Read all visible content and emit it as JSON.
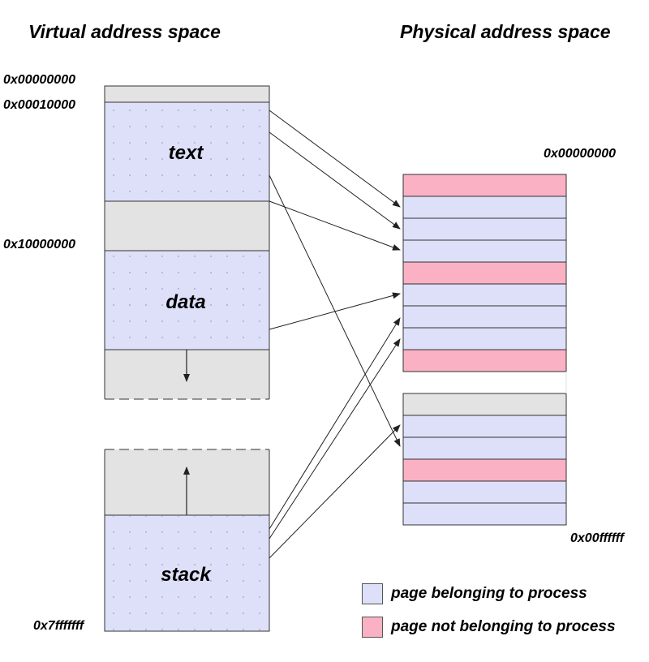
{
  "colors": {
    "belonging": "#dde0f8",
    "not_belonging": "#f9b1c3",
    "unmapped": "#e3e3e3",
    "stroke": "#333333",
    "dots": "#9aa3b8"
  },
  "virtual": {
    "title": "Virtual address space",
    "addresses": {
      "a0": "0x00000000",
      "a1": "0x00010000",
      "a2": "0x10000000",
      "a3": "0x7fffffff"
    },
    "segments": {
      "text": "text",
      "data": "data",
      "stack": "stack"
    }
  },
  "physical": {
    "title": "Physical address space",
    "address_start": "0x00000000",
    "address_end": "0x00ffffff",
    "pages_top": [
      "not_belonging",
      "belonging",
      "belonging",
      "belonging",
      "not_belonging",
      "belonging",
      "belonging",
      "belonging",
      "not_belonging"
    ],
    "pages_bottom": [
      "unmapped",
      "belonging",
      "belonging",
      "not_belonging",
      "belonging",
      "belonging"
    ]
  },
  "legend": {
    "belonging_label": "page belonging to process",
    "not_belonging_label": "page not belonging to process"
  }
}
